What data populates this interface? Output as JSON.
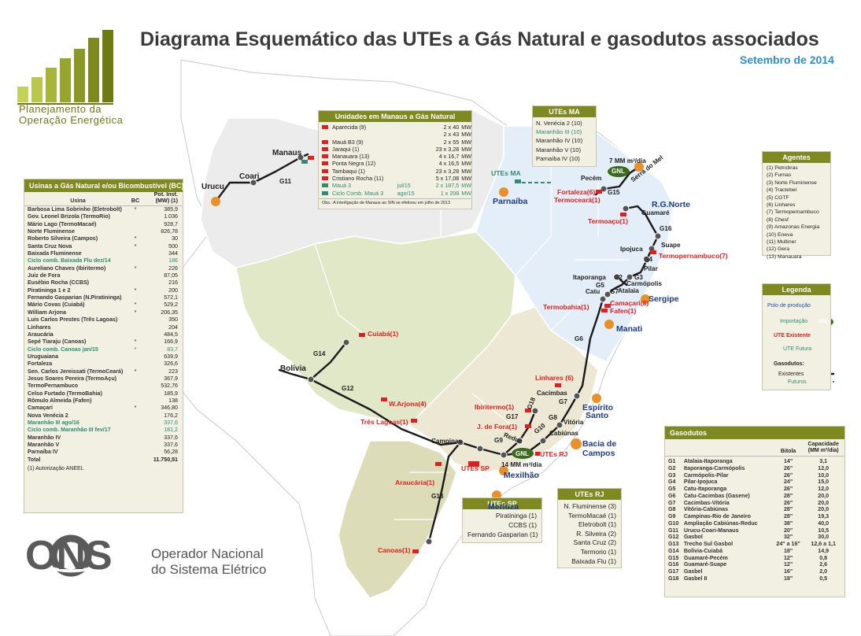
{
  "title": "Diagrama Esquemático das UTEs a Gás Natural e gasodutos associados",
  "subtitle": "Setembro de 2014",
  "logo": {
    "line1": "Planejamento da",
    "line2": "Operação Energética"
  },
  "ons": {
    "word": "ONS",
    "line1": "Operador Nacional",
    "line2": "do Sistema Elétrico"
  },
  "colors": {
    "olive": "#7e8a1f",
    "red": "#e02020",
    "teal": "#2e8b75",
    "orange": "#e8902a",
    "gnl_green": "#3a6b1e",
    "blue_label": "#1e3a8a"
  },
  "usinas": {
    "title": "Usinas a Gás Natural e/ou Bicombustível (BC)",
    "col_usina": "Usina",
    "col_bc": "BC",
    "col_pot": "Pot. Inst. (MW) (1)",
    "rows": [
      {
        "name": "Barbosa Lima Sobrinho (Eletrobolt)",
        "bc": "*",
        "value": "385,9",
        "future": false
      },
      {
        "name": "Gov. Leonel Brizola (TermoRio)",
        "bc": "",
        "value": "1.036",
        "future": false
      },
      {
        "name": "Mário Lago (TermoMacaé)",
        "bc": "",
        "value": "928,7",
        "future": false
      },
      {
        "name": "Norte Fluminense",
        "bc": "",
        "value": "826,78",
        "future": false
      },
      {
        "name": "Roberto Silveira (Campos)",
        "bc": "*",
        "value": "30",
        "future": false
      },
      {
        "name": "Santa Cruz Nova",
        "bc": "*",
        "value": "500",
        "future": false
      },
      {
        "name": "Baixada Fluminense",
        "bc": "",
        "value": "344",
        "future": false
      },
      {
        "name": "Ciclo comb. Baixada Flu    dez/14",
        "bc": "",
        "value": "186",
        "future": true
      },
      {
        "name": "Aureliano Chaves (Ibiritermo)",
        "bc": "*",
        "value": "226",
        "future": false
      },
      {
        "name": "Juiz de Fora",
        "bc": "",
        "value": "87,05",
        "future": false
      },
      {
        "name": "Eusébio Rocha (CCBS)",
        "bc": "",
        "value": "216",
        "future": false
      },
      {
        "name": "Piratininga 1 e 2",
        "bc": "*",
        "value": "200",
        "future": false
      },
      {
        "name": "Fernando Gasparian (N.Piratininga)",
        "bc": "",
        "value": "572,1",
        "future": false
      },
      {
        "name": "Mário Covas (Cuiabá)",
        "bc": "*",
        "value": "529,2",
        "future": false
      },
      {
        "name": "William Arjona",
        "bc": "*",
        "value": "206,35",
        "future": false
      },
      {
        "name": "Luis Carlos Prestes (Três Lagoas)",
        "bc": "",
        "value": "350",
        "future": false
      },
      {
        "name": "Linhares",
        "bc": "",
        "value": "204",
        "future": false
      },
      {
        "name": "Araucária",
        "bc": "",
        "value": "484,5",
        "future": false
      },
      {
        "name": "Sepé Tiaraju (Canoas)",
        "bc": "*",
        "value": "166,9",
        "future": false
      },
      {
        "name": "Ciclo comb. Canoas      jan/15",
        "bc": "*",
        "value": "83,7",
        "future": true
      },
      {
        "name": "Uruguaiana",
        "bc": "",
        "value": "639,9",
        "future": false
      },
      {
        "name": "Fortaleza",
        "bc": "",
        "value": "326,6",
        "future": false
      },
      {
        "name": "Sen. Carlos Jereissati (TermoCeará)",
        "bc": "*",
        "value": "223",
        "future": false
      },
      {
        "name": "Jesus Soares Pereira  (TermoAçu)",
        "bc": "",
        "value": "367,9",
        "future": false
      },
      {
        "name": "TermoPernambuco",
        "bc": "",
        "value": "532,76",
        "future": false
      },
      {
        "name": "Celso Furtado (TermoBahia)",
        "bc": "",
        "value": "185,9",
        "future": false
      },
      {
        "name": "Rômulo Almeida (Fafen)",
        "bc": "",
        "value": "138",
        "future": false
      },
      {
        "name": "Camaçari",
        "bc": "*",
        "value": "346,80",
        "future": false
      },
      {
        "name": "Nova Venécia 2",
        "bc": "",
        "value": "176,2",
        "future": false
      },
      {
        "name": "Maranhão III            ago/16",
        "bc": "",
        "value": "337,6",
        "future": true
      },
      {
        "name": "Ciclo comb. Maranhão III   fev/17",
        "bc": "",
        "value": "181,2",
        "future": true
      },
      {
        "name": "Maranhão IV",
        "bc": "",
        "value": "337,6",
        "future": false
      },
      {
        "name": "Maranhão V",
        "bc": "",
        "value": "337,6",
        "future": false
      },
      {
        "name": "Parnaíba IV",
        "bc": "",
        "value": "56,28",
        "future": false
      },
      {
        "name": "Total",
        "bc": "",
        "value": "11.750,51",
        "future": false
      }
    ],
    "footnote": "(1) Autorização ANEEL"
  },
  "manaus": {
    "title": "Unidades em Manaus a Gás Natural",
    "rows": [
      {
        "name": "Aparecida (9)",
        "date": "",
        "qty": "2 x 40",
        "unit": "MW",
        "marker": "red"
      },
      {
        "name": "",
        "date": "",
        "qty": "2 x 43",
        "unit": "MW",
        "marker": ""
      },
      {
        "name": "Mauá B3 (9)",
        "date": "",
        "qty": "2 x 55",
        "unit": "MW",
        "marker": "red"
      },
      {
        "name": "Jaraqui (1)",
        "date": "",
        "qty": "23 x   3,28",
        "unit": "MW",
        "marker": "red"
      },
      {
        "name": "Manauara (13)",
        "date": "",
        "qty": "4 x 16,7",
        "unit": "MW",
        "marker": "red"
      },
      {
        "name": "Ponta Negra (12)",
        "date": "",
        "qty": "4 x 16,5",
        "unit": "MW",
        "marker": "red"
      },
      {
        "name": "Tambaqui (1)",
        "date": "",
        "qty": "23 x   3,28",
        "unit": "MW",
        "marker": "red"
      },
      {
        "name": "Cristiano Rocha (11)",
        "date": "",
        "qty": "5 x 17,08",
        "unit": "MW",
        "marker": "red"
      },
      {
        "name": "Mauá 3",
        "date": "jul/15",
        "qty": "2 x 187,5",
        "unit": "MW",
        "marker": "teal"
      },
      {
        "name": "Ciclo Comb. Mauá 3",
        "date": "ago/15",
        "qty": "1 x 208",
        "unit": "MW",
        "marker": "teal"
      }
    ],
    "note": "Obs.: A interligação de Manaus ao SIN se efetivou em julho de 2013"
  },
  "utes_ma": {
    "title": "UTEs MA",
    "rows": [
      {
        "text": "N. Venécia 2 (10)",
        "future": false
      },
      {
        "text": "Maranhão III (10)",
        "future": true
      },
      {
        "text": "Maranhão IV (10)",
        "future": false
      },
      {
        "text": "Maranhão V  (10)",
        "future": false
      },
      {
        "text": "Parnaíba IV  (10)",
        "future": false
      }
    ]
  },
  "agentes": {
    "title": "Agentes",
    "items": [
      "(1)  Petrobras",
      "(2)  Furnas",
      "(3)  Norte Fluminense",
      "(4)  Tractebel",
      "(5)  CGTF",
      "(6)  Linhares",
      "(7)  Termopernambuco",
      "(8)  Chesf",
      "(9)  Amazonas Energia",
      "(10) Eneva",
      "(11) Multiner",
      "(12) Gera",
      "(13) Manauara"
    ]
  },
  "legenda": {
    "title": "Legenda",
    "polo": "Polo de produção",
    "importacao": "Importação",
    "gnl": "GNL",
    "ute_existente": "UTE Existente",
    "ute_futura": "UTE Futura",
    "gasodutos": "Gasodutos:",
    "existentes": "Existentes",
    "futuros": "Futuros"
  },
  "utes_sp": {
    "title": "UTEs SP",
    "rows": [
      "Piratininga (1)",
      "CCBS (1)",
      "Fernando Gasparian (1)"
    ]
  },
  "utes_rj": {
    "title": "UTEs RJ",
    "rows": [
      "N. Fluminense (3)",
      "TermoMacaé (1)",
      "Eletrobolt (1)",
      "R. Silveira (2)",
      "Santa Cruz (2)",
      "Termorio (1)",
      "Baixada Flu (1)"
    ]
  },
  "gasodutos": {
    "title": "Gasodutos",
    "col_bitola": "Bitola",
    "col_cap": "Capacidade (MM m³/dia)",
    "rows": [
      {
        "id": "G1",
        "name": "Atalaia-Itaporanga",
        "bitola": "14\"",
        "cap": "3,1"
      },
      {
        "id": "G2",
        "name": "Itaporanga-Carmópolis",
        "bitola": "26\"",
        "cap": "12,0"
      },
      {
        "id": "G3",
        "name": "Carmópolis-Pilar",
        "bitola": "26\"",
        "cap": "10,0"
      },
      {
        "id": "G4",
        "name": "Pilar-Ipojuca",
        "bitola": "24\"",
        "cap": "15,0"
      },
      {
        "id": "G5",
        "name": "Catu-Itaporanga",
        "bitola": "26\"",
        "cap": "12,0"
      },
      {
        "id": "G6",
        "name": "Catu-Cacimbas (Gasene)",
        "bitola": "28\"",
        "cap": "20,0"
      },
      {
        "id": "G7",
        "name": "Cacimbas-Vitória",
        "bitola": "26\"",
        "cap": "20,0"
      },
      {
        "id": "G8",
        "name": "Vitória-Cabiúnas",
        "bitola": "28\"",
        "cap": "20,0"
      },
      {
        "id": "G9",
        "name": "Campinas-Rio de Janeiro",
        "bitola": "28\"",
        "cap": "19,3"
      },
      {
        "id": "G10",
        "name": "Ampliação Cabiúnas-Reduc",
        "bitola": "38\"",
        "cap": "40,0"
      },
      {
        "id": "G11",
        "name": "Urucu-Coari-Manaus",
        "bitola": "20\"",
        "cap": "10,5"
      },
      {
        "id": "G12",
        "name": "Gasbol",
        "bitola": "32\"",
        "cap": "30,0"
      },
      {
        "id": "G13",
        "name": "Trecho Sul Gasbol",
        "bitola": "24\" a 16\"",
        "cap": "12,6 a 1,1"
      },
      {
        "id": "G14",
        "name": "Bolívia-Cuiabá",
        "bitola": "18\"",
        "cap": "14,9"
      },
      {
        "id": "G15",
        "name": "Guamaré-Pecém",
        "bitola": "12\"",
        "cap": "0,8"
      },
      {
        "id": "G16",
        "name": "Guamaré-Suape",
        "bitola": "12\"",
        "cap": "2,6"
      },
      {
        "id": "G17",
        "name": "Gasbel",
        "bitola": "16\"",
        "cap": "2,0"
      },
      {
        "id": "G18",
        "name": "Gasbel II",
        "bitola": "18\"",
        "cap": "0,5"
      }
    ]
  },
  "map_labels": {
    "manaus": "Manaus",
    "coari": "Coari",
    "urucu": "Urucu",
    "g11": "G11",
    "utes_ma_tag": "UTEs MA",
    "parnaiba": "Parnaíba",
    "pecem": "Pecém",
    "gnl_pecem": "GNL",
    "gnl_pecem_cap": "7 MM m³/dia",
    "fortaleza": "Fortaleza(6)",
    "termoceara": "Termoceará(1)",
    "g15": "G15",
    "serra_do_mel": "Serra do Mel",
    "rg_norte": "R.G.Norte",
    "guamare": "Guamaré",
    "termoacu": "Termoaçu(1)",
    "g16": "G16",
    "suape": "Suape",
    "ipojuca": "Ipojuca",
    "g4": "G4",
    "termopernambuco": "Termopernambuco(7)",
    "pilar": "Pilar",
    "g3": "G3",
    "itaporanga": "Itaporanga",
    "g2": "G2",
    "carmopolis": "Carmópolis",
    "g5": "G5",
    "atalaia": "Atalaia",
    "catu": "Catu",
    "g7a": "G7",
    "camacari": "Camaçari(8)",
    "fafen": "Fafen(1)",
    "termobahia": "Termobahia(1)",
    "sergipe": "Sergipe",
    "manati": "Manati",
    "g6": "G6",
    "linhares": "Linhares (6)",
    "cacimbas": "Cacimbas",
    "g7": "G7",
    "espirito_santo_1": "Espírito",
    "espirito_santo_2": "Santo",
    "g8": "G8",
    "vitoria": "Vitória",
    "cabiunas": "Cabiúnas",
    "bacia_1": "Bacia de",
    "bacia_2": "Campos",
    "ibiritermo": "Ibiritermo(1)",
    "g18": "G18",
    "g17": "G17",
    "juiz_de_fora": "J. de Fora(1)",
    "reduc": "Reduc",
    "g10": "G10",
    "g9": "G9",
    "campinas": "Campinas",
    "utes_sp_tag": "UTEs SP",
    "utes_rj_tag": "UTEs RJ",
    "gnl_rj": "GNL",
    "gnl_rj_cap": "14 MM m³/dia",
    "mexilhao": "Mexilhão",
    "merluza": "Merluza",
    "araucaria": "Araucária(1)",
    "g13": "G13",
    "canoas": "Canoas(1)",
    "bolivia": "Bolívia",
    "g14": "G14",
    "cuiaba": "Cuiabá(1)",
    "g12": "G12",
    "warjona": "W.Arjona(4)",
    "tres_lagoas": "Três Lagoas(1)"
  }
}
